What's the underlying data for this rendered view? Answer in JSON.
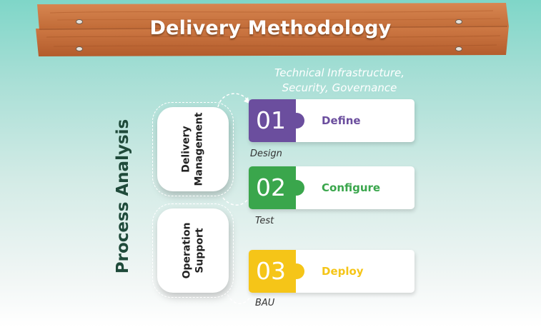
{
  "banner": {
    "title": "Delivery Methodology"
  },
  "top_caption": {
    "line1": "Technical Infrastructure,",
    "line2": "Security, Governance"
  },
  "process_label": "Process Analysis",
  "side_cards": [
    {
      "line1": "Delivery",
      "line2": "Management"
    },
    {
      "line1": "Operation",
      "line2": "Support"
    }
  ],
  "steps": [
    {
      "number": "01",
      "label": "Define",
      "caption": "Design",
      "color": "#6b4e9e"
    },
    {
      "number": "02",
      "label": "Configure",
      "caption": "Test",
      "color": "#3aa64c"
    },
    {
      "number": "03",
      "label": "Deploy",
      "caption": "BAU",
      "color": "#f5c518"
    }
  ],
  "colors": {
    "wood_light": "#cf7a45",
    "wood_dark": "#b8612f",
    "define": "#6b4e9e",
    "configure": "#3aa64c",
    "deploy": "#f5c518",
    "process_label": "#1f4a3a"
  }
}
